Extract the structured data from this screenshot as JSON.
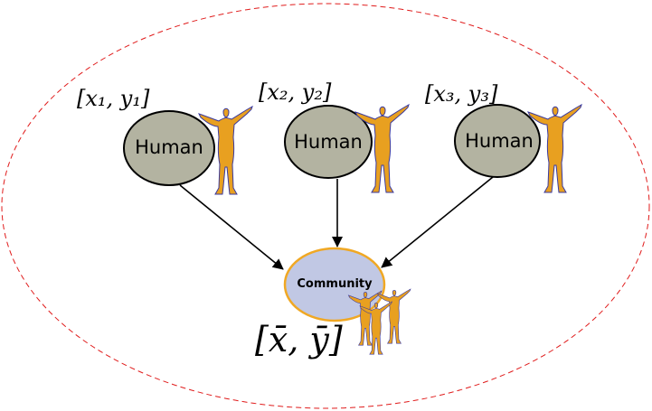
{
  "diagram": {
    "nodes": [
      {
        "label": "Human",
        "coords": "[x₁, y₁]"
      },
      {
        "label": "Human",
        "coords": "[x₂, y₂]"
      },
      {
        "label": "Human",
        "coords": "[x₃, y₃]"
      }
    ],
    "community": {
      "label": "Community",
      "coords": "[x̄, ȳ]"
    },
    "colors": {
      "human_fill": "#b3b3a1",
      "community_fill": "#c1c8e4",
      "community_stroke": "#f0a824",
      "figure_fill": "#e8a020",
      "figure_outline": "#3a3aa0",
      "boundary": "#e01b1b"
    }
  }
}
